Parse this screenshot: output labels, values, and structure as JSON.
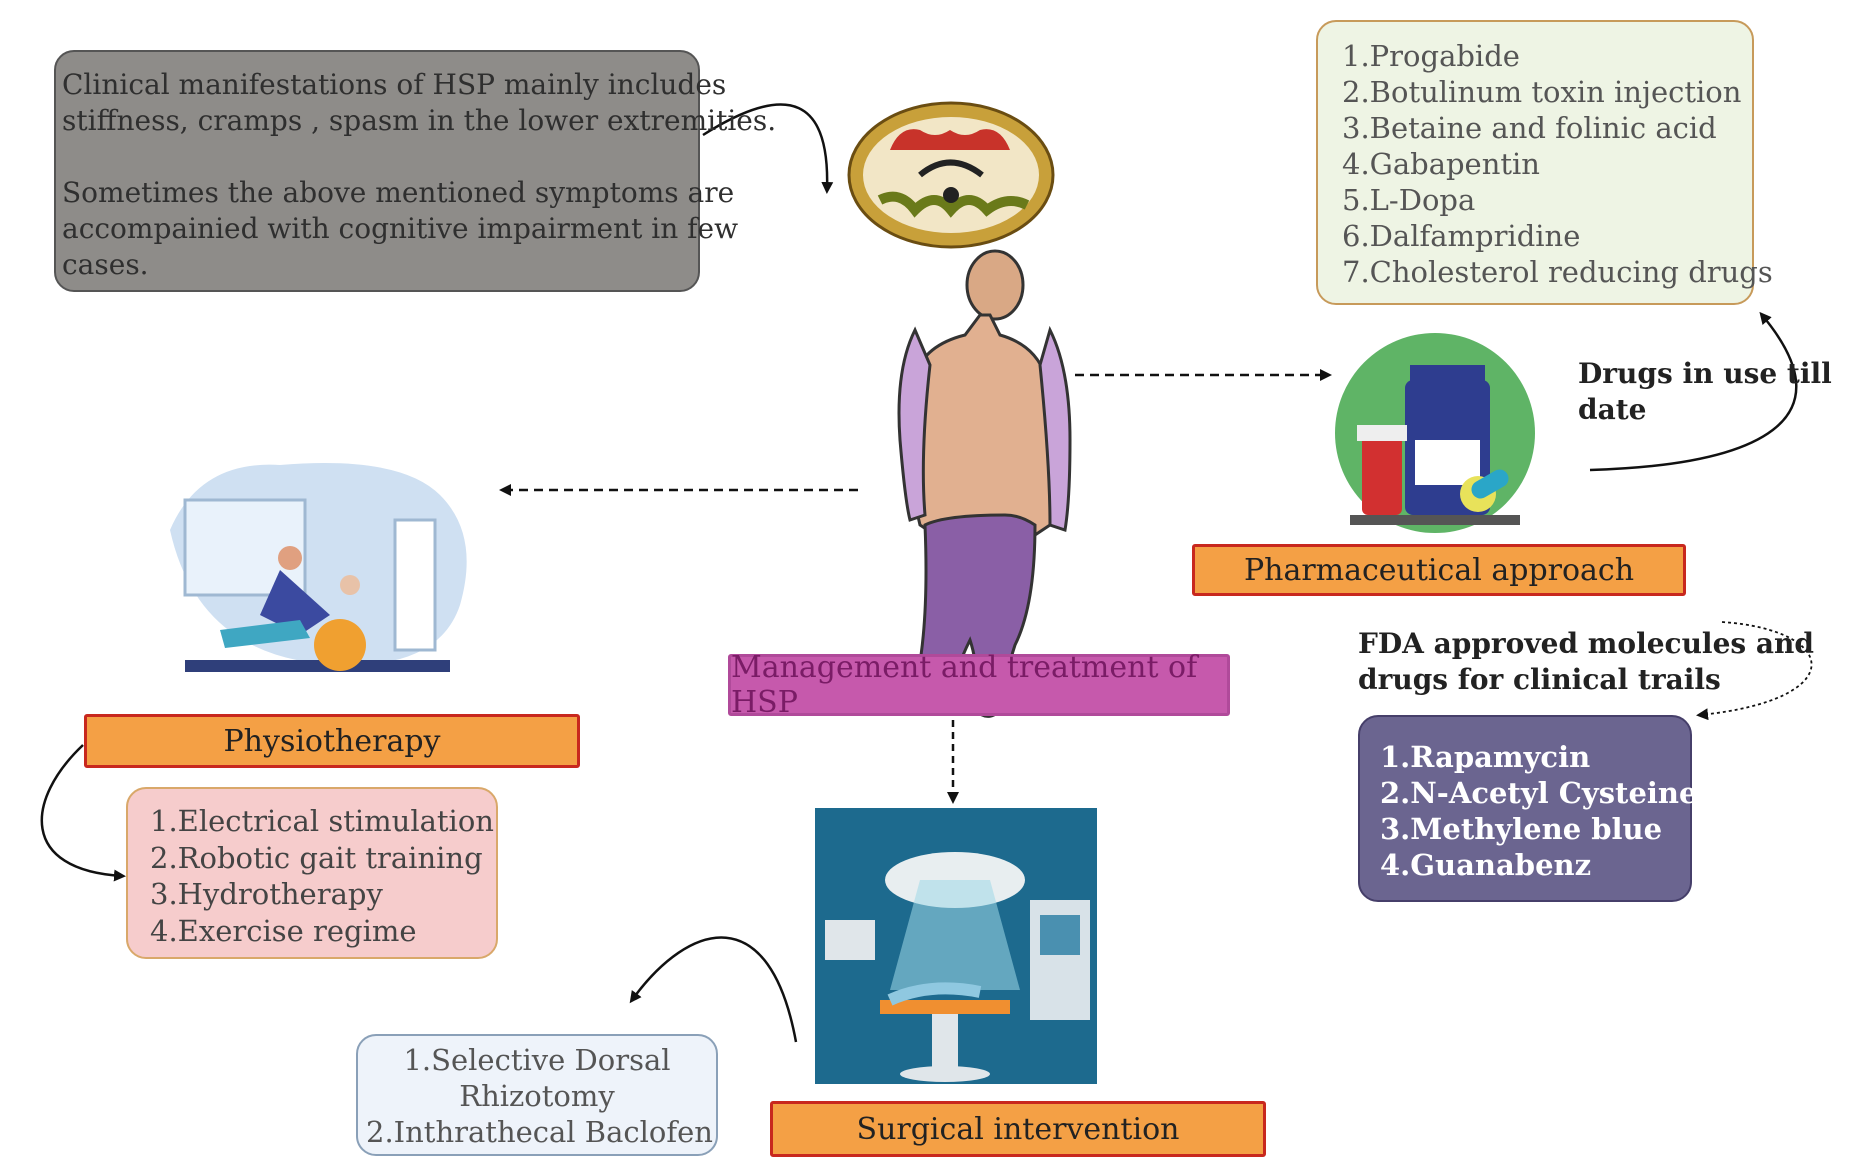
{
  "clinical": {
    "paragraph1": [
      "Clinical manifestations of HSP mainly includes",
      "stiffness, cramps , spasm in the lower extremities."
    ],
    "paragraph2": [
      "Sometimes the above mentioned symptoms are",
      "accompainied with cognitive impairment in few",
      "cases."
    ]
  },
  "pharma": {
    "drugs": [
      "1.Progabide",
      "2.Botulinum toxin injection",
      "3.Betaine and folinic acid",
      "4.Gabapentin",
      "5.L-Dopa",
      "6.Dalfampridine",
      "7.Cholesterol reducing drugs"
    ],
    "note_lines": [
      "Drugs in use till",
      "date"
    ],
    "label": "Pharmaceutical approach"
  },
  "fda": {
    "note_lines": [
      "FDA approved molecules and",
      "drugs for clinical trails"
    ],
    "items": [
      "1.Rapamycin",
      "2.N-Acetyl Cysteine",
      "3.Methylene blue",
      "4.Guanabenz"
    ]
  },
  "central": {
    "label": "Management and treatment of HSP"
  },
  "physio": {
    "label": "Physiotherapy",
    "items": [
      "1.Electrical stimulation",
      "2.Robotic gait training",
      "3.Hydrotherapy",
      "4.Exercise regime"
    ]
  },
  "surgery": {
    "label": "Surgical intervention",
    "items": [
      "1.Selective Dorsal",
      "Rhizotomy",
      "2.Inthrathecal Baclofen"
    ]
  },
  "colors": {
    "label_fill": "#f4a045",
    "label_border": "#c8281e",
    "central_fill": "#c659ac",
    "fda_fill": "#6b6590",
    "physio_fill": "#f6cccc",
    "drugs_fill": "#eef4e4",
    "clinical_fill": "#8e8c89"
  }
}
